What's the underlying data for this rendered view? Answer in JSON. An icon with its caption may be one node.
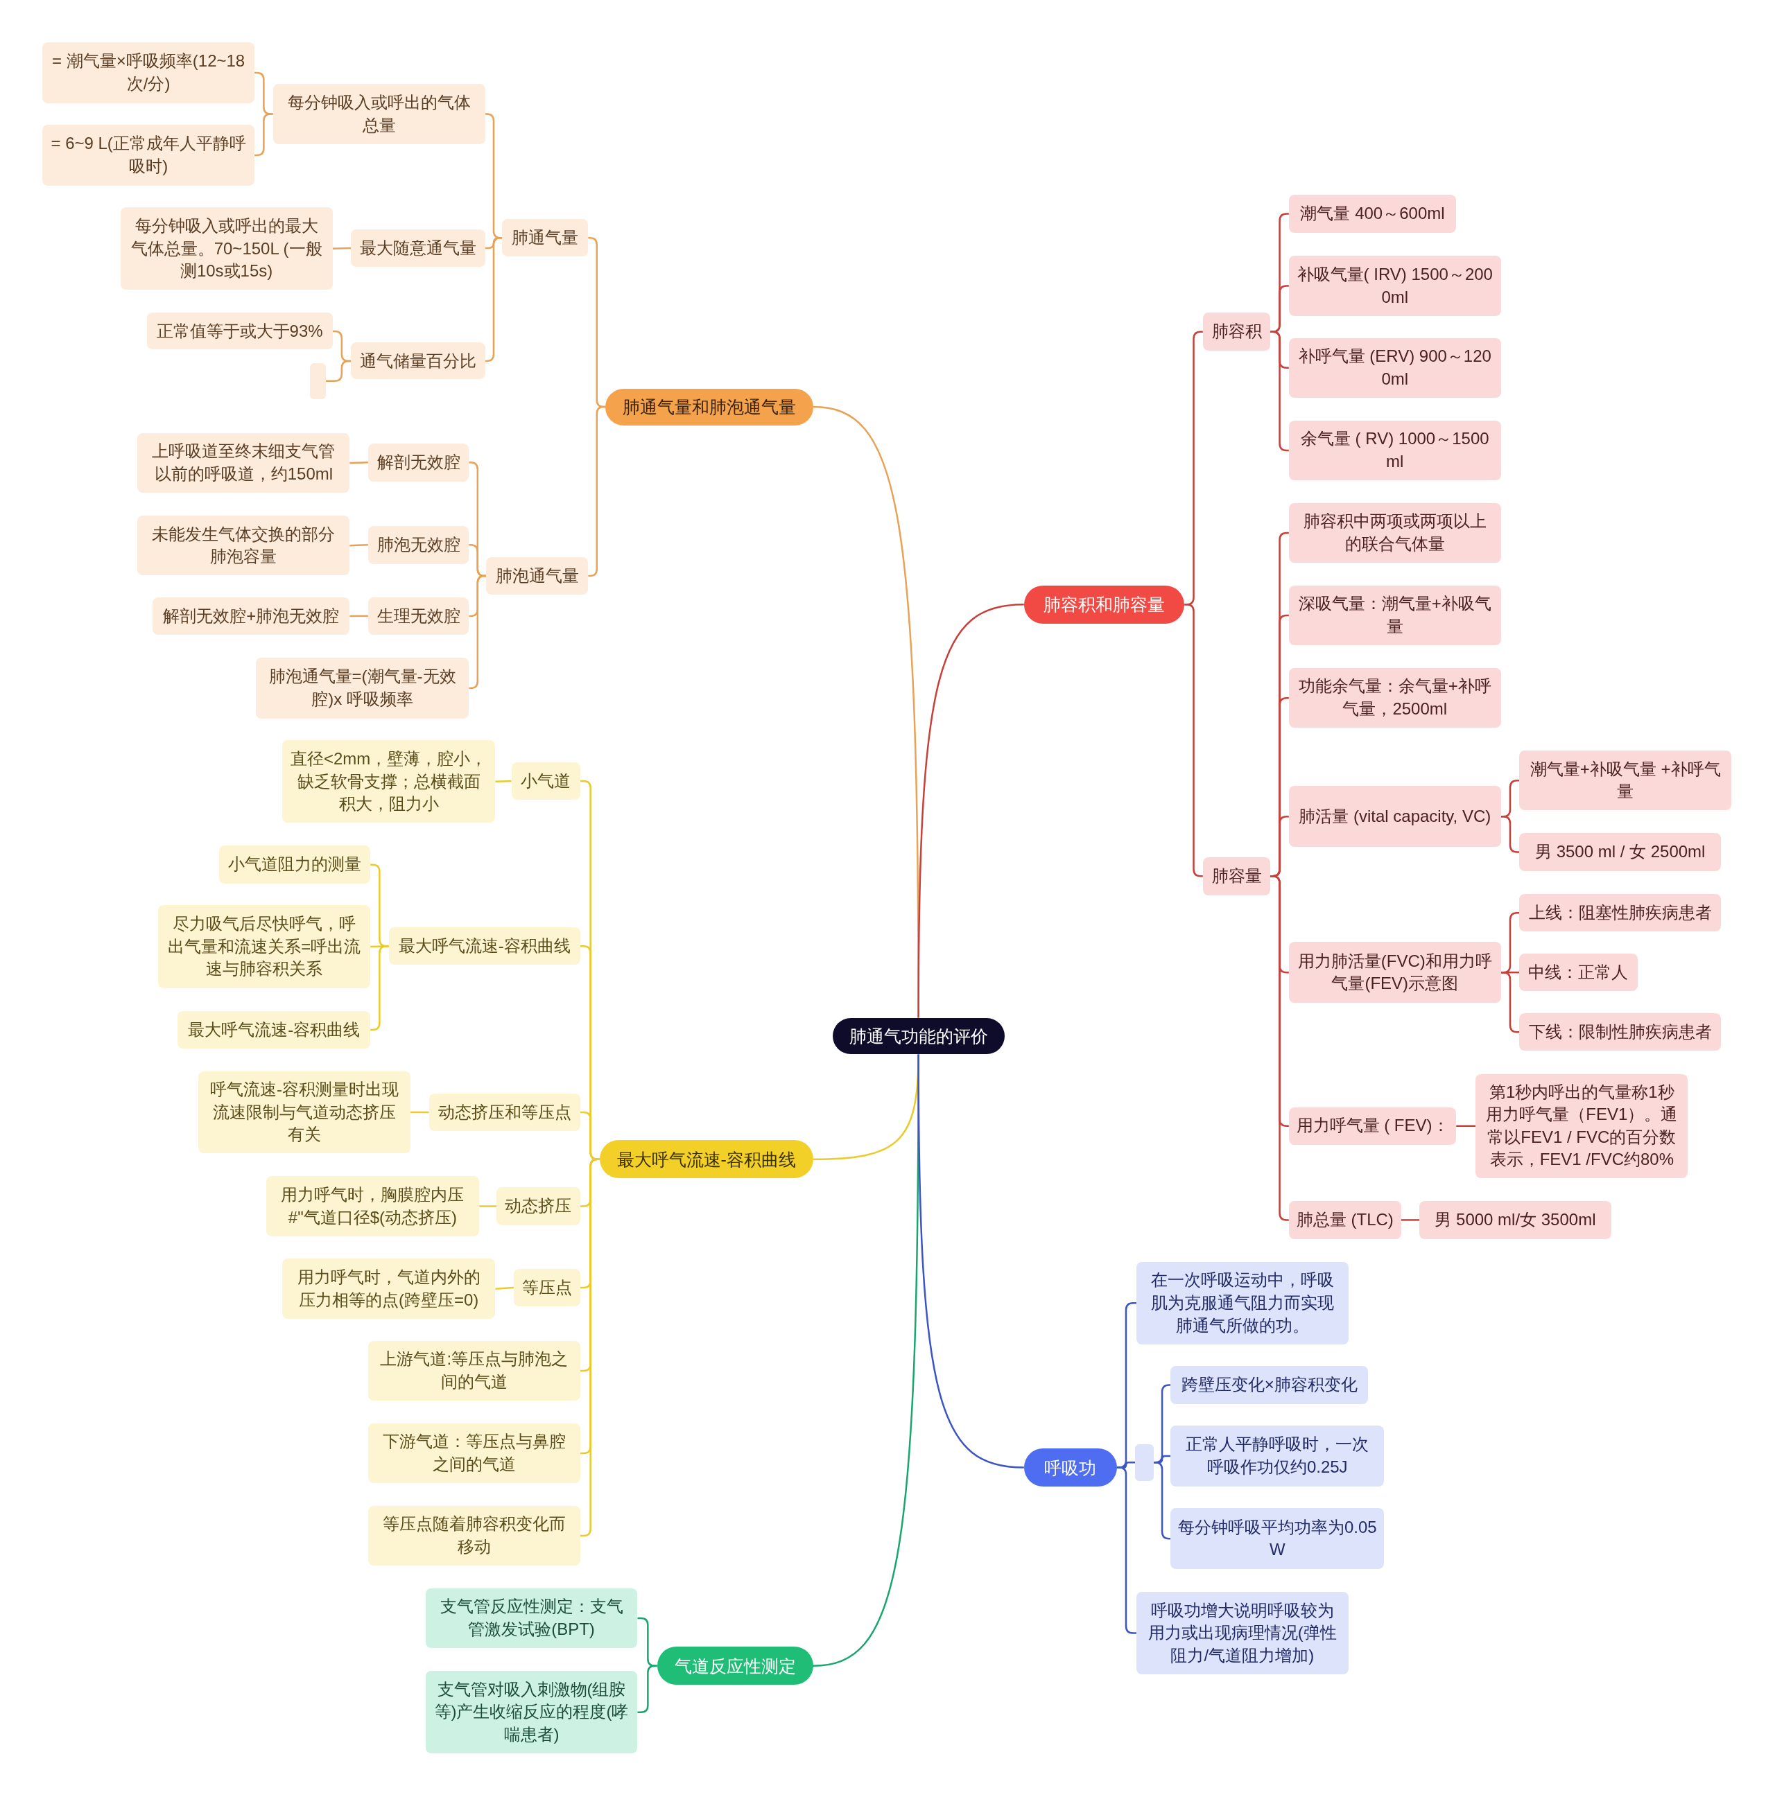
{
  "diagram": {
    "nodes": [
      {
        "text": [
          "肺通气功能的评价"
        ]
      },
      {
        "text": [
          "肺通气量和肺泡通气量"
        ]
      },
      {
        "text": [
          "肺通气量"
        ]
      },
      {
        "text": [
          "每分钟吸入或呼出的气体总量"
        ]
      },
      {
        "text": [
          "= 潮气量×呼吸频率(12~18次/分)"
        ]
      },
      {
        "text": [
          "= 6~9 L(正常成年人平静呼吸时)"
        ]
      },
      {
        "text": [
          "最大随意通气量"
        ]
      },
      {
        "text": [
          "每分钟吸入或呼出的最大气体总量。70~150L (一般测10s或15s)"
        ]
      },
      {
        "text": [
          "通气储量百分比"
        ]
      },
      {
        "text": [
          "正常值等于或大于93%"
        ]
      },
      {
        "text": [],
        "shape": "box"
      },
      {
        "text": [
          "肺泡通气量"
        ]
      },
      {
        "text": [
          "解剖无效腔"
        ]
      },
      {
        "text": [
          "上呼吸道至终末细支气管以前的呼吸道，约150ml"
        ]
      },
      {
        "text": [
          "肺泡无效腔"
        ]
      },
      {
        "text": [
          "未能发生气体交换的部分肺泡容量"
        ]
      },
      {
        "text": [
          "生理无效腔"
        ]
      },
      {
        "text": [
          "解剖无效腔+肺泡无效腔"
        ]
      },
      {
        "text": [
          "肺泡通气量=(潮气量-无效腔)x 呼吸频率"
        ]
      },
      {
        "text": [
          "最大呼气流速-容积曲线"
        ]
      },
      {
        "text": [
          "小气道"
        ]
      },
      {
        "text": [
          "直径<2mm，壁薄，腔小，缺乏软骨支撑；总横截面积大，阻力小"
        ]
      },
      {
        "text": [
          "最大呼气流速-容积曲线"
        ]
      },
      {
        "text": [
          "小气道阻力的测量"
        ]
      },
      {
        "text": [
          "尽力吸气后尽快呼气，呼出气量和流速关系=呼出流速与肺容积关系"
        ]
      },
      {
        "text": [
          "最大呼气流速-容积曲线"
        ]
      },
      {
        "text": [
          "动态挤压和等压点"
        ]
      },
      {
        "text": [
          "呼气流速-容积测量时出现流速限制与气道动态挤压有关"
        ]
      },
      {
        "text": [
          "动态挤压"
        ]
      },
      {
        "text": [
          "用力呼气时，胸膜腔内压#\"气道口径$(动态挤压)"
        ]
      },
      {
        "text": [
          "等压点"
        ]
      },
      {
        "text": [
          "用力呼气时，气道内外的压力相等的点(跨壁压=0)"
        ]
      },
      {
        "text": [
          "上游气道:等压点与肺泡之间的气道"
        ]
      },
      {
        "text": [
          "下游气道：等压点与鼻腔之间的气道"
        ]
      },
      {
        "text": [
          "等压点随着肺容积变化而移动"
        ]
      },
      {
        "text": [
          "气道反应性测定"
        ]
      },
      {
        "text": [
          "支气管反应性测定：支气管激发试验(BPT)"
        ]
      },
      {
        "text": [
          "支气管对吸入刺激物(组胺等)产生收缩反应的程度(哮喘患者)"
        ]
      },
      {
        "text": [
          "肺容积和肺容量"
        ]
      },
      {
        "text": [
          "肺容积"
        ]
      },
      {
        "text": [
          "潮气量 400～600ml"
        ]
      },
      {
        "text": [
          "补吸气量(  IRV)  1500～2000ml"
        ]
      },
      {
        "text": [
          "补呼气量 (ERV)   900～1200ml"
        ]
      },
      {
        "text": [
          "余气量 ( RV)  1000～1500ml"
        ]
      },
      {
        "text": [
          "肺容量"
        ]
      },
      {
        "text": [
          "肺容积中两项或两项以上的联合气体量"
        ]
      },
      {
        "text": [
          "深吸气量：潮气量+补吸气量"
        ]
      },
      {
        "text": [
          "功能余气量：余气量+补呼气量，2500ml"
        ]
      },
      {
        "text": [
          "肺活量 (vital capacity, VC)"
        ]
      },
      {
        "text": [
          "潮气量+补吸气量 +补呼气量"
        ]
      },
      {
        "text": [
          "男 3500 ml / 女 2500ml"
        ]
      },
      {
        "text": [
          "用力肺活量(FVC)和用力呼气量(FEV)示意图"
        ]
      },
      {
        "text": [
          "上线：阻塞性肺疾病患者"
        ]
      },
      {
        "text": [
          "中线：正常人"
        ]
      },
      {
        "text": [
          "下线：限制性肺疾病患者"
        ]
      },
      {
        "text": [
          "用力呼气量 ( FEV)："
        ]
      },
      {
        "text": [
          "第1秒内呼出的气量称1秒用力呼气量（FEV1）。通常以FEV1 / FVC的百分数表示，FEV1 /FVC约80%"
        ]
      },
      {
        "text": [
          "肺总量 (TLC)"
        ]
      },
      {
        "text": [
          "男 5000 ml/女 3500ml"
        ]
      },
      {
        "text": [
          "呼吸功"
        ]
      },
      {
        "text": [
          "在一次呼吸运动中，呼吸肌为克服通气阻力而实现肺通气所做的功。"
        ]
      },
      {
        "text": [],
        "shape": "box"
      },
      {
        "text": [
          "跨壁压变化×肺容积变化"
        ]
      },
      {
        "text": [
          "正常人平静呼吸时，一次呼吸作功仅约0.25J"
        ]
      },
      {
        "text": [
          "每分钟呼吸平均功率为0.05W"
        ]
      },
      {
        "text": [
          "呼吸功增大说明呼吸较为用力或出现病理情况(弹性阻力/气道阻力增加)"
        ]
      }
    ],
    "edges": [
      {
        "from": 0,
        "to": 1,
        "arrow": "none",
        "color": "#e8a256"
      },
      {
        "from": 1,
        "to": 2,
        "arrow": "none",
        "color": "#e8a256"
      },
      {
        "from": 2,
        "to": 3,
        "arrow": "none",
        "color": "#e8a256"
      },
      {
        "from": 3,
        "to": 4,
        "arrow": "none",
        "color": "#e8a256"
      },
      {
        "from": 3,
        "to": 5,
        "arrow": "none",
        "color": "#e8a256"
      },
      {
        "from": 2,
        "to": 6,
        "arrow": "none",
        "color": "#e8a256"
      },
      {
        "from": 6,
        "to": 7,
        "arrow": "none",
        "color": "#e8a256"
      },
      {
        "from": 2,
        "to": 8,
        "arrow": "none",
        "color": "#e8a256"
      },
      {
        "from": 8,
        "to": 9,
        "arrow": "none",
        "color": "#e8a256"
      },
      {
        "from": 8,
        "to": 10,
        "arrow": "none",
        "color": "#e8a256"
      },
      {
        "from": 1,
        "to": 11,
        "arrow": "none",
        "color": "#e8a256"
      },
      {
        "from": 11,
        "to": 12,
        "arrow": "none",
        "color": "#e8a256"
      },
      {
        "from": 12,
        "to": 13,
        "arrow": "none",
        "color": "#e8a256"
      },
      {
        "from": 11,
        "to": 14,
        "arrow": "none",
        "color": "#e8a256"
      },
      {
        "from": 14,
        "to": 15,
        "arrow": "none",
        "color": "#e8a256"
      },
      {
        "from": 11,
        "to": 16,
        "arrow": "none",
        "color": "#e8a256"
      },
      {
        "from": 16,
        "to": 17,
        "arrow": "none",
        "color": "#e8a256"
      },
      {
        "from": 11,
        "to": 18,
        "arrow": "none",
        "color": "#e8a256"
      },
      {
        "from": 0,
        "to": 19,
        "arrow": "none",
        "color": "#ebcb2c"
      },
      {
        "from": 19,
        "to": 20,
        "arrow": "none",
        "color": "#ebcb2c"
      },
      {
        "from": 20,
        "to": 21,
        "arrow": "none",
        "color": "#ebcb2c"
      },
      {
        "from": 19,
        "to": 22,
        "arrow": "none",
        "color": "#ebcb2c"
      },
      {
        "from": 22,
        "to": 23,
        "arrow": "none",
        "color": "#ebcb2c"
      },
      {
        "from": 22,
        "to": 24,
        "arrow": "none",
        "color": "#ebcb2c"
      },
      {
        "from": 22,
        "to": 25,
        "arrow": "none",
        "color": "#ebcb2c"
      },
      {
        "from": 19,
        "to": 26,
        "arrow": "none",
        "color": "#ebcb2c"
      },
      {
        "from": 26,
        "to": 27,
        "arrow": "none",
        "color": "#ebcb2c"
      },
      {
        "from": 19,
        "to": 28,
        "arrow": "none",
        "color": "#ebcb2c"
      },
      {
        "from": 28,
        "to": 29,
        "arrow": "none",
        "color": "#ebcb2c"
      },
      {
        "from": 19,
        "to": 30,
        "arrow": "none",
        "color": "#ebcb2c"
      },
      {
        "from": 30,
        "to": 31,
        "arrow": "none",
        "color": "#ebcb2c"
      },
      {
        "from": 19,
        "to": 32,
        "arrow": "none",
        "color": "#ebcb2c"
      },
      {
        "from": 19,
        "to": 33,
        "arrow": "none",
        "color": "#ebcb2c"
      },
      {
        "from": 19,
        "to": 34,
        "arrow": "none",
        "color": "#ebcb2c"
      },
      {
        "from": 0,
        "to": 35,
        "arrow": "none",
        "color": "#1aa56f"
      },
      {
        "from": 35,
        "to": 36,
        "arrow": "none",
        "color": "#1aa56f"
      },
      {
        "from": 35,
        "to": 37,
        "arrow": "none",
        "color": "#1aa56f"
      },
      {
        "from": 0,
        "to": 38,
        "arrow": "none",
        "color": "#c8403a"
      },
      {
        "from": 38,
        "to": 39,
        "arrow": "none",
        "color": "#c8403a"
      },
      {
        "from": 39,
        "to": 40,
        "arrow": "none",
        "color": "#c8403a"
      },
      {
        "from": 39,
        "to": 41,
        "arrow": "none",
        "color": "#c8403a"
      },
      {
        "from": 39,
        "to": 42,
        "arrow": "none",
        "color": "#c8403a"
      },
      {
        "from": 39,
        "to": 43,
        "arrow": "none",
        "color": "#c8403a"
      },
      {
        "from": 38,
        "to": 44,
        "arrow": "none",
        "color": "#c8403a"
      },
      {
        "from": 44,
        "to": 45,
        "arrow": "none",
        "color": "#c8403a"
      },
      {
        "from": 44,
        "to": 46,
        "arrow": "none",
        "color": "#c8403a"
      },
      {
        "from": 44,
        "to": 47,
        "arrow": "none",
        "color": "#c8403a"
      },
      {
        "from": 44,
        "to": 48,
        "arrow": "none",
        "color": "#c8403a"
      },
      {
        "from": 48,
        "to": 49,
        "arrow": "none",
        "color": "#c8403a"
      },
      {
        "from": 48,
        "to": 50,
        "arrow": "none",
        "color": "#c8403a"
      },
      {
        "from": 44,
        "to": 51,
        "arrow": "none",
        "color": "#c8403a"
      },
      {
        "from": 51,
        "to": 52,
        "arrow": "none",
        "color": "#c8403a"
      },
      {
        "from": 51,
        "to": 53,
        "arrow": "none",
        "color": "#c8403a"
      },
      {
        "from": 51,
        "to": 54,
        "arrow": "none",
        "color": "#c8403a"
      },
      {
        "from": 44,
        "to": 55,
        "arrow": "none",
        "color": "#c8403a"
      },
      {
        "from": 55,
        "to": 56,
        "arrow": "none",
        "color": "#c8403a"
      },
      {
        "from": 44,
        "to": 57,
        "arrow": "none",
        "color": "#c8403a"
      },
      {
        "from": 57,
        "to": 58,
        "arrow": "none",
        "color": "#c8403a"
      },
      {
        "from": 0,
        "to": 59,
        "arrow": "none",
        "color": "#3d55c4"
      },
      {
        "from": 59,
        "to": 60,
        "arrow": "none",
        "color": "#3d55c4"
      },
      {
        "from": 59,
        "to": 61,
        "arrow": "none",
        "color": "#3d55c4"
      },
      {
        "from": 61,
        "to": 62,
        "arrow": "none",
        "color": "#3d55c4"
      },
      {
        "from": 61,
        "to": 63,
        "arrow": "none",
        "color": "#3d55c4"
      },
      {
        "from": 61,
        "to": 64,
        "arrow": "none",
        "color": "#3d55c4"
      },
      {
        "from": 59,
        "to": 65,
        "arrow": "none",
        "color": "#3d55c4"
      }
    ]
  }
}
